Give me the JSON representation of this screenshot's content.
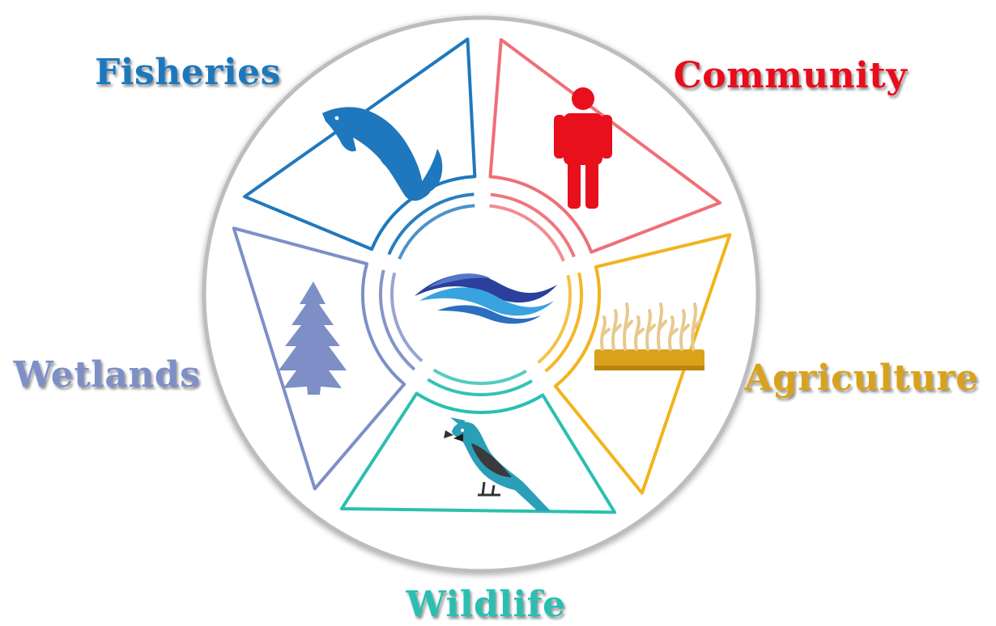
{
  "colors": {
    "fisheries": "#1f78bd",
    "community": "#e8101c",
    "community_outline": "#ef6f77",
    "agriculture": "#d9a21a",
    "agriculture_outline": "#f2b31c",
    "wildlife": "#2bbfb0",
    "wildlife_icon": "#2a9fb7",
    "wetlands": "#7d8fc6",
    "ring": "#c8c8c8",
    "water_dark": "#2b3f9c",
    "water_light": "#39a3e0"
  },
  "segments": [
    {
      "key": "fisheries",
      "label": "Fisheries",
      "icon": "fish-icon"
    },
    {
      "key": "community",
      "label": "Community",
      "icon": "person-icon"
    },
    {
      "key": "agriculture",
      "label": "Agriculture",
      "icon": "crops-icon"
    },
    {
      "key": "wildlife",
      "label": "Wildlife",
      "icon": "bird-icon"
    },
    {
      "key": "wetlands",
      "label": "Wetlands",
      "icon": "tree-icon"
    }
  ],
  "center_icon": "water-waves-icon"
}
